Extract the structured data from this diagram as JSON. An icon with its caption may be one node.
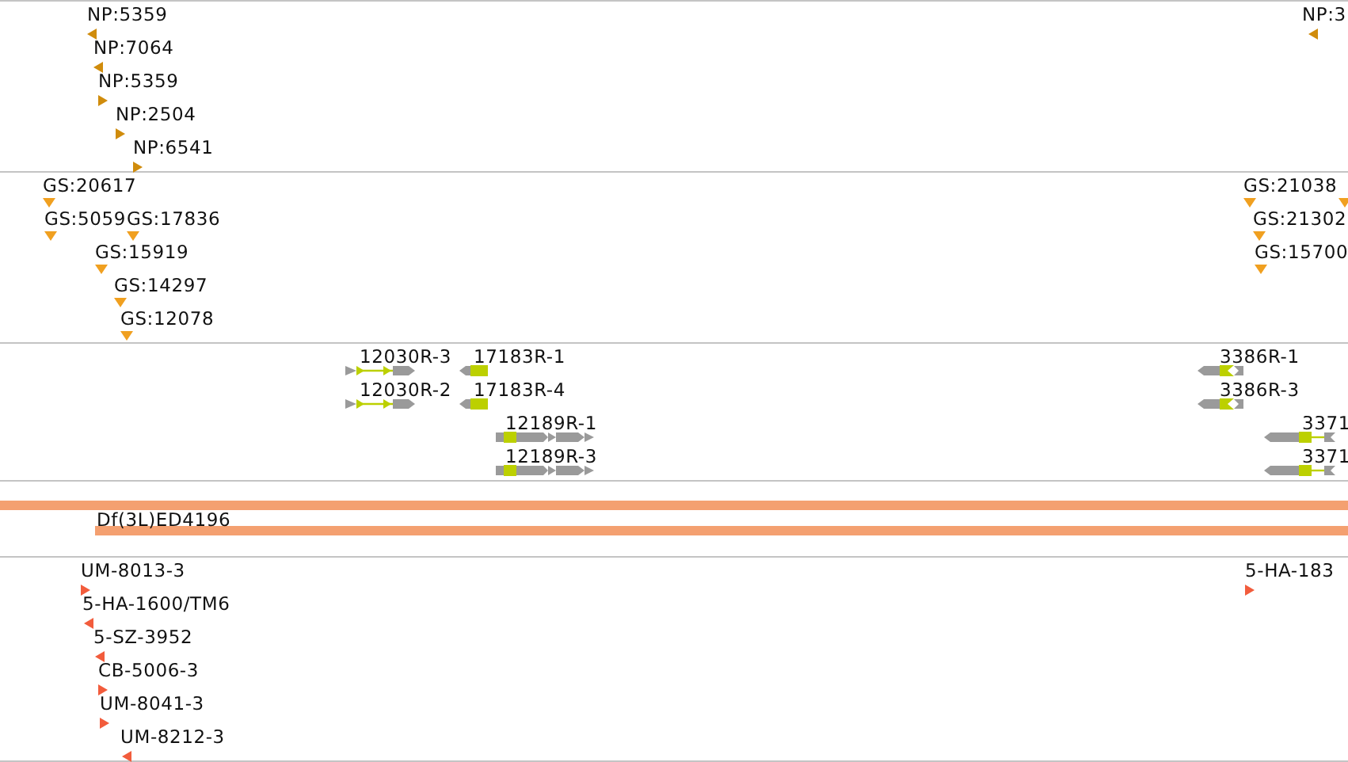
{
  "diagram": {
    "labels": [
      "NP:5359",
      "NP:3",
      "NP:7064",
      "NP:5359",
      "NP:2504",
      "NP:6541",
      "GS:20617",
      "GS:21038",
      "GS:5059",
      "GS:17836",
      "GS:21302",
      "GS:15919",
      "GS:15700",
      "GS:14297",
      "GS:12078",
      "12030R-3",
      "17183R-1",
      "3386R-1",
      "12030R-2",
      "17183R-4",
      "3386R-3",
      "12189R-1",
      "3371",
      "12189R-3",
      "3371",
      "Df(3L)ED4196",
      "UM-8013-3",
      "5-HA-183",
      "5-HA-1600/TM6",
      "5-SZ-3952",
      "CB-5006-3",
      "UM-8041-3",
      "UM-8212-3"
    ]
  }
}
